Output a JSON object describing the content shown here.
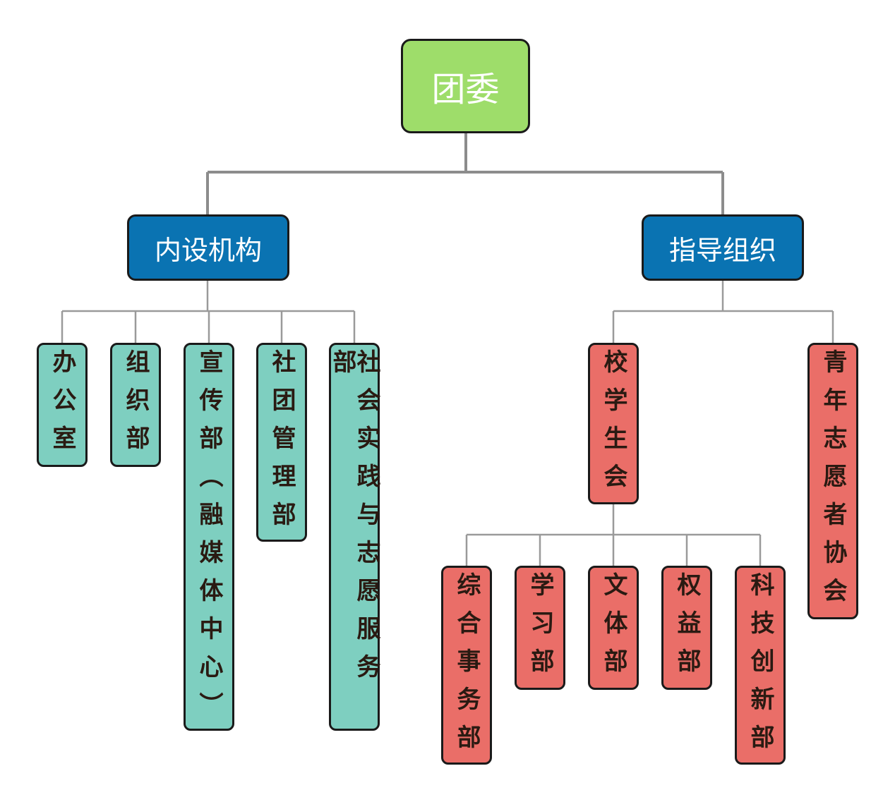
{
  "org_chart": {
    "root": {
      "label": "团委"
    },
    "branches": {
      "internal": {
        "label": "内设机构",
        "children": [
          "办公室",
          "组织部",
          "宣传部（融媒体中心）",
          "社团管理部",
          "社会实践与志愿服务部"
        ]
      },
      "guided": {
        "label": "指导组织",
        "student_union": {
          "label": "校学生会",
          "children": [
            "综合事务部",
            "学习部",
            "文体部",
            "权益部",
            "科技创新部"
          ]
        },
        "volunteers": {
          "label": "青年志愿者协会"
        }
      }
    }
  },
  "colors": {
    "root": "#9edd6a",
    "branch": "#0a73b2",
    "internal_child": "#7ecfc0",
    "guided_child": "#ea6e68",
    "connector": "#8c8c8c"
  }
}
